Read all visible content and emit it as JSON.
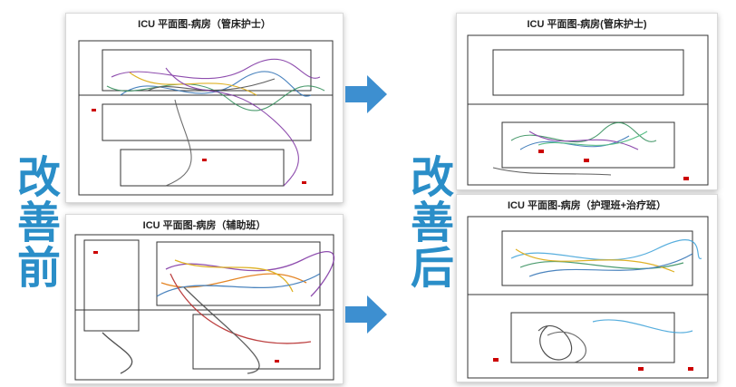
{
  "labels": {
    "before": "改善前",
    "after": "改善后"
  },
  "panels": {
    "before_top": {
      "title": "ICU 平面图-病房（管床护士）"
    },
    "before_bottom": {
      "title": "ICU 平面图-病房（辅助班）"
    },
    "after_top": {
      "title": "ICU 平面图-病房(管床护士)"
    },
    "after_bottom": {
      "title": "ICU 平面图-病房（护理班+治疗班）"
    }
  },
  "colors": {
    "label_blue": "#2a8ec8",
    "arrow_blue": "#3d8fd0",
    "plan_line": "#333333",
    "room_marker": "#cc0000"
  }
}
